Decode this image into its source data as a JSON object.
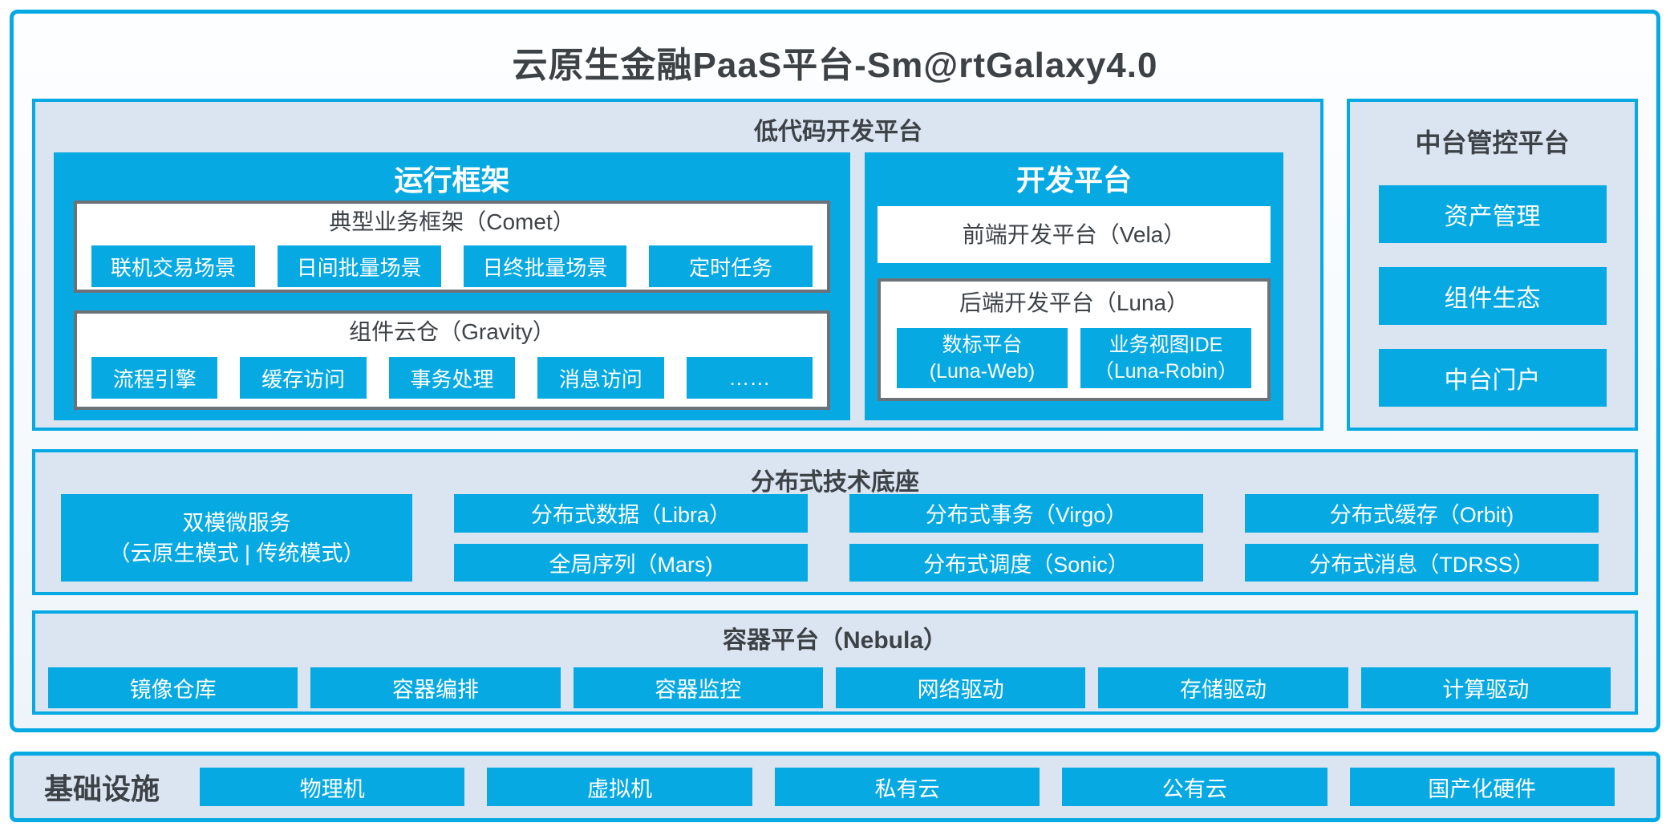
{
  "title": "云原生金融PaaS平台-Sm@rtGalaxy4.0",
  "colors": {
    "accent": "#06a9e2",
    "panel_fill": "#dbe5f1",
    "gray_border": "#6d7278",
    "dark_text": "#3d4247"
  },
  "lowcode": {
    "header": "低代码开发平台",
    "runtime": {
      "header": "运行框架",
      "comet": {
        "label": "典型业务框架（Comet）",
        "items": [
          "联机交易场景",
          "日间批量场景",
          "日终批量场景",
          "定时任务"
        ]
      },
      "gravity": {
        "label": "组件云仓（Gravity）",
        "items": [
          "流程引擎",
          "缓存访问",
          "事务处理",
          "消息访问",
          "……"
        ]
      }
    },
    "dev": {
      "header": "开发平台",
      "vela_label": "前端开发平台（Vela）",
      "luna": {
        "label": "后端开发平台（Luna）",
        "items": [
          {
            "line1": "数标平台",
            "line2": "(Luna-Web)"
          },
          {
            "line1": "业务视图IDE",
            "line2": "（Luna-Robin）"
          }
        ]
      }
    }
  },
  "midplatform": {
    "header": "中台管控平台",
    "items": [
      "资产管理",
      "组件生态",
      "中台门户"
    ]
  },
  "distributed": {
    "header": "分布式技术底座",
    "dual": {
      "line1": "双模微服务",
      "line2": "（云原生模式 | 传统模式）"
    },
    "items": [
      "分布式数据（Libra）",
      "分布式事务（Virgo）",
      "分布式缓存（Orbit)",
      "全局序列（Mars)",
      "分布式调度（Sonic）",
      "分布式消息（TDRSS）"
    ]
  },
  "container_platform": {
    "header": "容器平台（Nebula）",
    "items": [
      "镜像仓库",
      "容器编排",
      "容器监控",
      "网络驱动",
      "存储驱动",
      "计算驱动"
    ]
  },
  "infrastructure": {
    "label": "基础设施",
    "items": [
      "物理机",
      "虚拟机",
      "私有云",
      "公有云",
      "国产化硬件"
    ]
  }
}
